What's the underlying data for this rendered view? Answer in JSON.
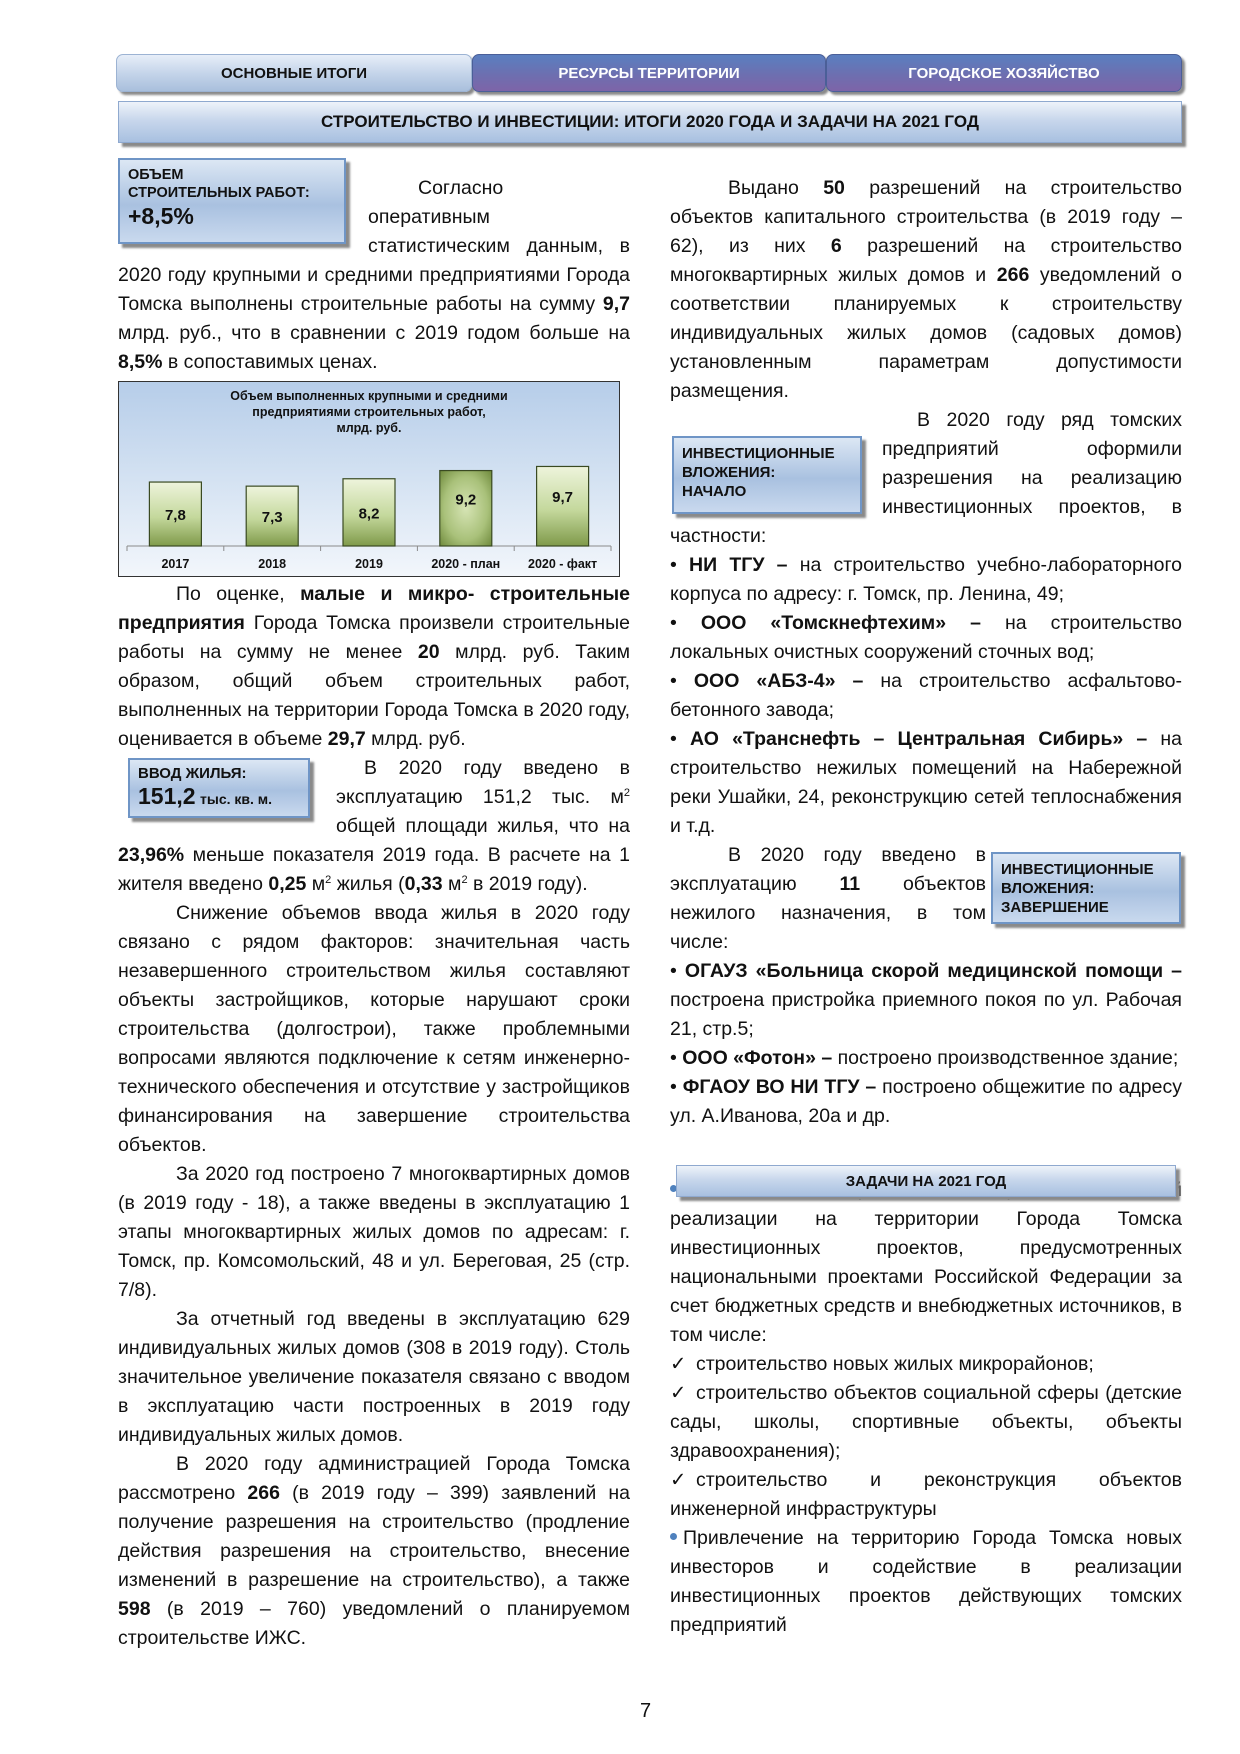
{
  "tabs": [
    {
      "label": "ОСНОВНЫЕ ИТОГИ",
      "active": true
    },
    {
      "label": "РЕСУРСЫ ТЕРРИТОРИИ",
      "active": false
    },
    {
      "label": "ГОРОДСКОЕ ХОЗЯЙСТВО",
      "active": false
    }
  ],
  "section_title": "СТРОИТЕЛЬСТВО И ИНВЕСТИЦИИ: ИТОГИ 2020 ГОДА И ЗАДАЧИ НА 2021 ГОД",
  "callouts": {
    "construction": {
      "line1": "ОБЪЕМ",
      "line2": "СТРОИТЕЛЬНЫХ РАБОТ:",
      "value": "+8,5%"
    },
    "housing": {
      "label": "ВВОД ЖИЛЬЯ:",
      "value": "151,2",
      "unit": "тыс. кв. м."
    },
    "invest_start": {
      "line1": "ИНВЕСТИЦИОННЫЕ",
      "line2": "ВЛОЖЕНИЯ:",
      "line3": "НАЧАЛО"
    },
    "invest_end": {
      "line1": "ИНВЕСТИЦИОННЫЕ",
      "line2": "ВЛОЖЕНИЯ:",
      "line3": "ЗАВЕРШЕНИЕ"
    }
  },
  "left": {
    "p1": {
      "a": "Согласно оперативным статистическим данным, в 2020 году крупными и средними предприятиями Города Томска выполнены строительные работы на сумму ",
      "b1": "9,7",
      "c": " млрд. руб., что в сравнении с 2019 годом больше на ",
      "b2": "8,5%",
      "d": " в сопоставимых ценах."
    },
    "p2": {
      "a": "По оценке, ",
      "b1": "малые и микро- строительные предприятия",
      "c": " Города Томска произвели строительные работы на сумму не менее ",
      "b2": "20",
      "d": " млрд. руб. Таким образом, общий объем строительных работ, выполненных на территории Города Томска в 2020 году, оценивается в объеме ",
      "b3": "29,7",
      "e": " млрд. руб."
    },
    "p3": {
      "a": "В 2020 году введено в эксплуатацию 151,2 тыс. м",
      "sup1": "2",
      "b": " общей площади жилья, что на ",
      "b1": "23,96%",
      "c": " меньше показателя 2019 года. В расчете на 1 жителя введено ",
      "b2": "0,25",
      "d": " м",
      "sup2": "2",
      "e": " жилья (",
      "b3": "0,33",
      "f": " м",
      "sup3": "2",
      "g": " в 2019 году)."
    },
    "p4": "Снижение объемов ввода жилья в 2020 году связано с рядом факторов: значительная часть незавершенного строительством жилья составляют объекты застройщиков, которые нарушают сроки строительства (долгострои), также проблемными вопросами являются подключение к сетям инженерно-технического обеспечения и отсутствие у застройщиков финансирования на завершение строительства объектов.",
    "p5": "За 2020 год построено 7 многоквартирных домов (в 2019 году - 18), а также введены в эксплуатацию 1 этапы многоквартирных жилых домов по адресам: г. Томск, пр. Комсомольский, 48 и ул. Береговая, 25 (стр. 7/8).",
    "p6": "За отчетный год введены в эксплуатацию 629 индивидуальных жилых домов (308 в 2019 году). Столь значительное увеличение показателя связано с вводом в эксплуатацию части построенных в 2019 году индивидуальных жилых домов.",
    "p7": {
      "a": "В 2020 году администрацией Города Томска рассмотрено ",
      "b1": "266",
      "c": " (в 2019 году – 399) заявлений на получение разрешения на строительство (продление действия разрешения на строительство, внесение изменений в разрешение на строительство), а также ",
      "b2": "598",
      "d": " (в 2019 – 760) уведомлений о планируемом строительстве ИЖС."
    }
  },
  "right": {
    "p1": {
      "a": "Выдано ",
      "b1": "50",
      "c": " разрешений на строительство объектов капитального строительства (в 2019 году – 62), из них ",
      "b2": "6",
      "d": " разрешений на строительство многоквартирных жилых домов и ",
      "b3": "266",
      "e": " уведомлений о соответствии планируемых к строительству индивидуальных жилых домов (садовых домов) установленным параметрам допустимости размещения."
    },
    "p2": "В 2020 году ряд томских предприятий оформили разрешения на реализацию инвестиционных проектов, в частности:",
    "start_items": [
      {
        "org": "НИ ТГУ –",
        "text": " на строительство учебно-лабораторного корпуса по адресу: г. Томск, пр. Ленина, 49;"
      },
      {
        "org": "ООО «Томскнефтехим» –",
        "text": " на строительство локальных очистных сооружений сточных вод;"
      },
      {
        "org": "ООО «АБЗ-4» –",
        "text": " на строительство асфальтово-бетонного завода;"
      },
      {
        "org": "АО «Транснефть – Центральная Сибирь» –",
        "text": " на строительство нежилых помещений на Набережной реки Ушайки, 24, реконструкцию сетей теплоснабжения и т.д."
      }
    ],
    "p3": {
      "a": "В 2020 году введено в эксплуатацию ",
      "b1": "11",
      "c": " объектов нежилого назначения, в том числе:"
    },
    "end_items": [
      {
        "org": "ОГАУЗ «Больница скорой медицинской помощи –",
        "text": " построена пристройка приемного покоя по ул. Рабочая 21, стр.5;"
      },
      {
        "org": "ООО «Фотон» –",
        "text": " построено производственное здание;"
      },
      {
        "org": "ФГАОУ ВО НИ ТГУ –",
        "text": " построено общежитие по адресу ул. А.Иванова, 20а и др."
      }
    ],
    "tasks_title": "ЗАДАЧИ НА 2021 ГОД",
    "task1": "Обеспечение в рамках имеющихся полномочий реализации на территории Города Томска инвестиционных проектов, предусмотренных национальными проектами Российской Федерации за счет бюджетных средств и внебюджетных источников, в том числе:",
    "subtasks": [
      "строительство новых жилых микрорайонов;",
      "строительство объектов социальной сферы (детские сады, школы, спортивные объекты, объекты здравоохранения);",
      "строительство и реконструкция объектов инженерной инфраструктуры"
    ],
    "task2": "Привлечение на территорию Города Томска новых инвесторов и содействие в реализации инвестиционных проектов действующих томских предприятий"
  },
  "page_number": "7",
  "chart_data": {
    "type": "bar",
    "title": "Объем выполненных крупными и средними предприятиями строительных работ, млрд. руб.",
    "title_lines": [
      "Объем выполненных крупными и средними",
      "предприятиями строительных работ,",
      "млрд. руб."
    ],
    "categories": [
      "2017",
      "2018",
      "2019",
      "2020 - план",
      "2020 - факт"
    ],
    "values": [
      7.8,
      7.3,
      8.2,
      9.2,
      9.7
    ],
    "value_labels": [
      "7,8",
      "7,3",
      "8,2",
      "9,2",
      "9,7"
    ],
    "highlighted": [
      false,
      false,
      false,
      true,
      false
    ],
    "xlabel": "",
    "ylabel": "",
    "ylim": [
      0,
      10
    ],
    "grid": false,
    "legend": "none",
    "colors": {
      "bar": "#b9cf8f",
      "bar_highlight": "#8eaa5a",
      "bar_edge": "#3a4a22"
    }
  }
}
